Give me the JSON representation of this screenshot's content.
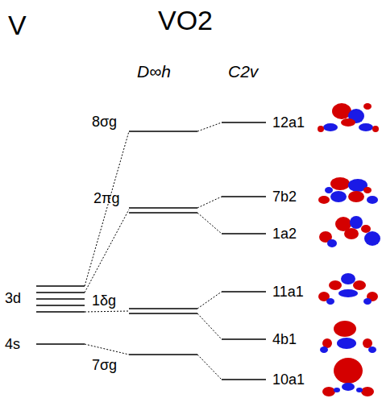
{
  "diagram": {
    "labels": [
      "V",
      "VO2",
      "D∞h",
      "C2v",
      "3d",
      "4s",
      "8σg",
      "2πg",
      "1δg",
      "7σg",
      "12a1",
      "7b2",
      "1a2",
      "11a1",
      "4b1",
      "10a1"
    ]
  }
}
